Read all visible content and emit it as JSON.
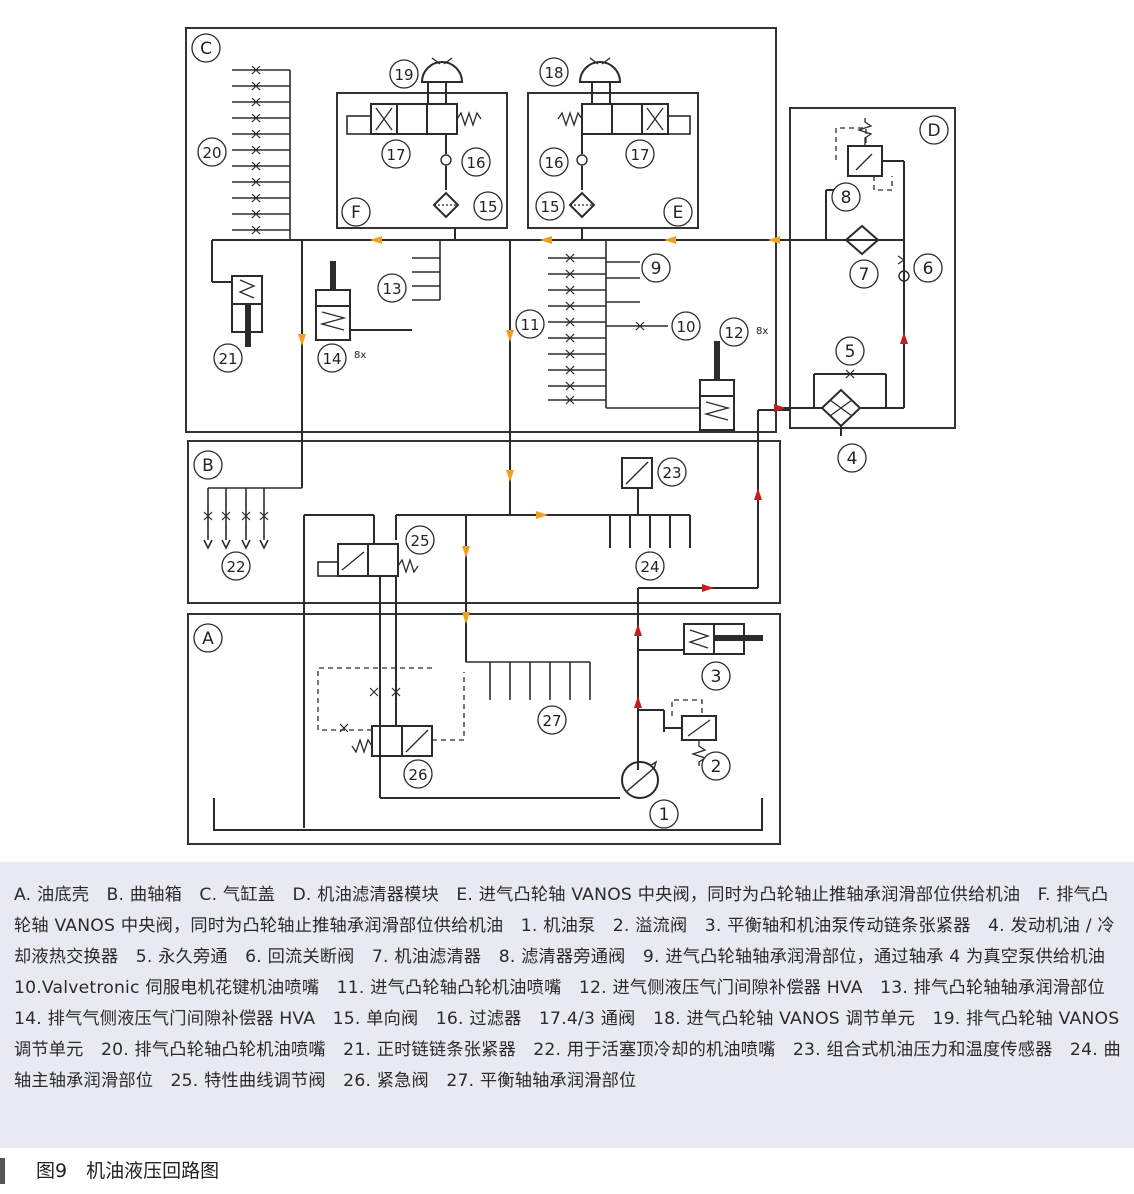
{
  "figure": {
    "caption": "图9　机油液压回路图"
  },
  "colors": {
    "line": "#2b2b2b",
    "dash": "#333333",
    "oil_orange": "#f0a020",
    "oil_red": "#c02020",
    "legend_bg": "#e9eaf1"
  },
  "modules": [
    {
      "id": "C",
      "label": "C"
    },
    {
      "id": "D",
      "label": "D"
    },
    {
      "id": "B",
      "label": "B"
    },
    {
      "id": "A",
      "label": "A"
    },
    {
      "id": "F",
      "label": "F"
    },
    {
      "id": "E",
      "label": "E"
    }
  ],
  "components": [
    {
      "id": "1",
      "label": "1"
    },
    {
      "id": "2",
      "label": "2"
    },
    {
      "id": "3",
      "label": "3"
    },
    {
      "id": "4",
      "label": "4"
    },
    {
      "id": "5",
      "label": "5"
    },
    {
      "id": "6",
      "label": "6"
    },
    {
      "id": "7",
      "label": "7"
    },
    {
      "id": "8",
      "label": "8"
    },
    {
      "id": "9",
      "label": "9"
    },
    {
      "id": "10",
      "label": "10"
    },
    {
      "id": "11",
      "label": "11"
    },
    {
      "id": "12",
      "label": "12"
    },
    {
      "id": "13",
      "label": "13"
    },
    {
      "id": "14",
      "label": "14"
    },
    {
      "id": "15a",
      "label": "15"
    },
    {
      "id": "15b",
      "label": "15"
    },
    {
      "id": "16a",
      "label": "16"
    },
    {
      "id": "16b",
      "label": "16"
    },
    {
      "id": "17a",
      "label": "17"
    },
    {
      "id": "17b",
      "label": "17"
    },
    {
      "id": "18",
      "label": "18"
    },
    {
      "id": "19",
      "label": "19"
    },
    {
      "id": "20",
      "label": "20"
    },
    {
      "id": "21",
      "label": "21"
    },
    {
      "id": "22",
      "label": "22"
    },
    {
      "id": "23",
      "label": "23"
    },
    {
      "id": "24",
      "label": "24"
    },
    {
      "id": "25",
      "label": "25"
    },
    {
      "id": "26",
      "label": "26"
    },
    {
      "id": "27",
      "label": "27"
    }
  ],
  "multipliers": {
    "hva_exhaust": "8x",
    "hva_intake": "8x"
  },
  "legend": {
    "text": "A. 油底壳　B. 曲轴箱　C. 气缸盖　D. 机油滤清器模块　E. 进气凸轮轴 VANOS 中央阀，同时为凸轮轴止推轴承润滑部位供给机油　F. 排气凸轮轴 VANOS 中央阀，同时为凸轮轴止推轴承润滑部位供给机油　1. 机油泵　2. 溢流阀　3. 平衡轴和机油泵传动链条张紧器　4. 发动机油 / 冷却液热交换器　5. 永久旁通　6. 回流关断阀　7. 机油滤清器　8. 滤清器旁通阀　9. 进气凸轮轴轴承润滑部位，通过轴承 4 为真空泵供给机油　10.Valvetronic 伺服电机花键机油喷嘴　11. 进气凸轮轴凸轮机油喷嘴　12. 进气侧液压气门间隙补偿器 HVA　13. 排气凸轮轴轴承润滑部位　14. 排气气侧液压气门间隙补偿器 HVA　15. 单向阀　16. 过滤器　17.4/3 通阀　18. 进气凸轮轴 VANOS 调节单元　19. 排气凸轮轴 VANOS 调节单元　20. 排气凸轮轴凸轮机油喷嘴　21. 正时链链条张紧器　22. 用于活塞顶冷却的机油喷嘴　23. 组合式机油压力和温度传感器　24. 曲轴主轴承润滑部位　25. 特性曲线调节阀　26. 紧急阀　27. 平衡轴轴承润滑部位"
  }
}
